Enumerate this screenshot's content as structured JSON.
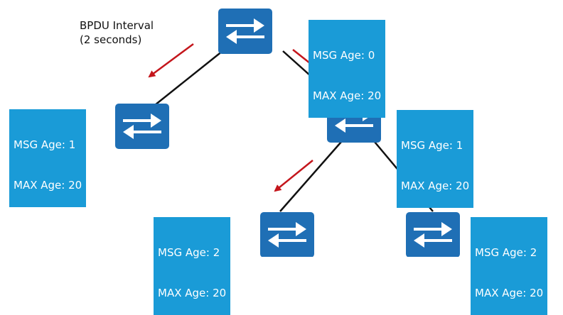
{
  "caption": {
    "line1": "BPDU Interval",
    "line2": "(2 seconds)"
  },
  "switches": [
    {
      "id": "root",
      "msg_age": "MSG Age: 0",
      "max_age": "MAX Age: 20"
    },
    {
      "id": "left",
      "msg_age": "MSG Age: 1",
      "max_age": "MAX Age: 20"
    },
    {
      "id": "right",
      "msg_age": "MSG Age: 1",
      "max_age": "MAX Age: 20"
    },
    {
      "id": "bottom-left",
      "msg_age": "MSG Age: 2",
      "max_age": "MAX Age: 20"
    },
    {
      "id": "bottom-right",
      "msg_age": "MSG Age: 2",
      "max_age": "MAX Age: 20"
    }
  ],
  "colors": {
    "switch_fill": "#1f6fb5",
    "label_fill": "#1a9bd7",
    "arrow": "#c4161c",
    "link": "#111111",
    "glyph": "#ffffff"
  },
  "icons": {
    "switch": "switch-icon",
    "bpdu_arrow": "bpdu-arrow-icon"
  }
}
